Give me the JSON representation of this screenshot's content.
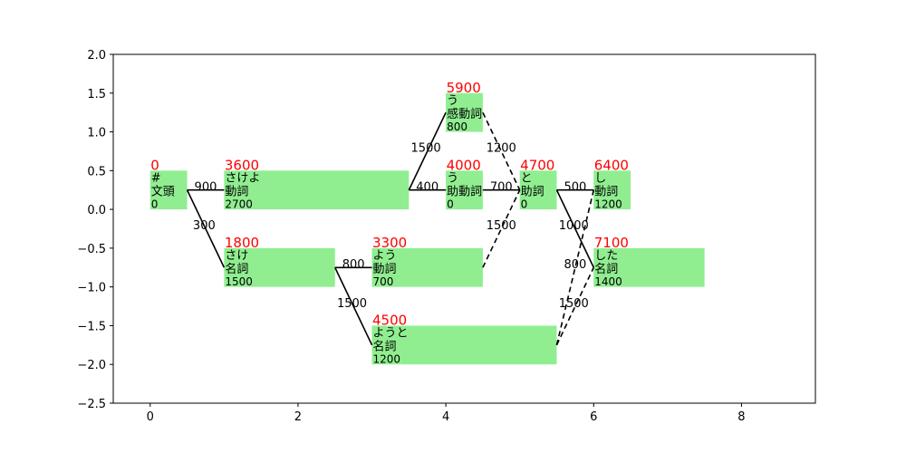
{
  "chart_data": {
    "type": "lattice",
    "xlim": [
      -0.5,
      9.0
    ],
    "ylim": [
      -2.5,
      2.0
    ],
    "x_ticks": [
      0,
      2,
      4,
      6,
      8
    ],
    "y_ticks": [
      2.0,
      1.5,
      1.0,
      0.5,
      0.0,
      -0.5,
      -1.0,
      -1.5,
      -2.0,
      -2.5
    ],
    "x_tick_labels": [
      "0",
      "2",
      "4",
      "6",
      "8"
    ],
    "y_tick_labels": [
      "2.0",
      "1.5",
      "1.0",
      "0.5",
      "0.0",
      "−0.5",
      "−1.0",
      "−1.5",
      "−2.0",
      "−2.5"
    ],
    "box_color": "#90ee90",
    "cost_color": "#ff0000",
    "nodes": [
      {
        "id": "bos",
        "x0": 0.0,
        "x1": 0.5,
        "y0": 0.0,
        "y1": 0.5,
        "cost": "0",
        "surface": "#",
        "pos": "文頭",
        "word_cost": "0"
      },
      {
        "id": "sakeyo",
        "x0": 1.0,
        "x1": 3.5,
        "y0": 0.0,
        "y1": 0.5,
        "cost": "3600",
        "surface": "さけよ",
        "pos": "動詞",
        "word_cost": "2700"
      },
      {
        "id": "sake",
        "x0": 1.0,
        "x1": 2.5,
        "y0": -1.0,
        "y1": -0.5,
        "cost": "1800",
        "surface": "さけ",
        "pos": "名詞",
        "word_cost": "1500"
      },
      {
        "id": "u_int",
        "x0": 4.0,
        "x1": 4.5,
        "y0": 1.0,
        "y1": 1.5,
        "cost": "5900",
        "surface": "う",
        "pos": "感動詞",
        "word_cost": "800"
      },
      {
        "id": "u_aux",
        "x0": 4.0,
        "x1": 4.5,
        "y0": 0.0,
        "y1": 0.5,
        "cost": "4000",
        "surface": "う",
        "pos": "助動詞",
        "word_cost": "0"
      },
      {
        "id": "you",
        "x0": 3.0,
        "x1": 4.5,
        "y0": -1.0,
        "y1": -0.5,
        "cost": "3300",
        "surface": "よう",
        "pos": "動詞",
        "word_cost": "700"
      },
      {
        "id": "youto",
        "x0": 3.0,
        "x1": 5.5,
        "y0": -2.0,
        "y1": -1.5,
        "cost": "4500",
        "surface": "ようと",
        "pos": "名詞",
        "word_cost": "1200"
      },
      {
        "id": "to",
        "x0": 5.0,
        "x1": 5.5,
        "y0": 0.0,
        "y1": 0.5,
        "cost": "4700",
        "surface": "と",
        "pos": "助詞",
        "word_cost": "0"
      },
      {
        "id": "shi",
        "x0": 6.0,
        "x1": 6.5,
        "y0": 0.0,
        "y1": 0.5,
        "cost": "6400",
        "surface": "し",
        "pos": "動詞",
        "word_cost": "1200"
      },
      {
        "id": "shita",
        "x0": 6.0,
        "x1": 7.5,
        "y0": -1.0,
        "y1": -0.5,
        "cost": "7100",
        "surface": "した",
        "pos": "名詞",
        "word_cost": "1400"
      }
    ],
    "edges": [
      {
        "x1": 0.5,
        "y1": 0.25,
        "x2": 1.0,
        "y2": 0.25,
        "label": "900",
        "lx": 0.75,
        "ly": 0.3,
        "dashed": false
      },
      {
        "x1": 0.5,
        "y1": 0.25,
        "x2": 1.0,
        "y2": -0.75,
        "label": "300",
        "lx": 0.73,
        "ly": -0.2,
        "dashed": false
      },
      {
        "x1": 2.5,
        "y1": -0.75,
        "x2": 3.0,
        "y2": -0.75,
        "label": "800",
        "lx": 2.75,
        "ly": -0.7,
        "dashed": false
      },
      {
        "x1": 2.5,
        "y1": -0.75,
        "x2": 3.0,
        "y2": -1.75,
        "label": "1500",
        "lx": 2.73,
        "ly": -1.2,
        "dashed": false
      },
      {
        "x1": 3.5,
        "y1": 0.25,
        "x2": 4.0,
        "y2": 0.25,
        "label": "400",
        "lx": 3.75,
        "ly": 0.3,
        "dashed": false
      },
      {
        "x1": 3.5,
        "y1": 0.25,
        "x2": 4.0,
        "y2": 1.25,
        "label": "1500",
        "lx": 3.73,
        "ly": 0.8,
        "dashed": false
      },
      {
        "x1": 4.5,
        "y1": 0.25,
        "x2": 5.0,
        "y2": 0.25,
        "label": "700",
        "lx": 4.75,
        "ly": 0.3,
        "dashed": false
      },
      {
        "x1": 4.5,
        "y1": 1.25,
        "x2": 5.0,
        "y2": 0.25,
        "label": "1200",
        "lx": 4.75,
        "ly": 0.8,
        "dashed": true
      },
      {
        "x1": 4.5,
        "y1": -0.75,
        "x2": 5.0,
        "y2": 0.25,
        "label": "1500",
        "lx": 4.75,
        "ly": -0.2,
        "dashed": true
      },
      {
        "x1": 5.5,
        "y1": 0.25,
        "x2": 6.0,
        "y2": 0.25,
        "label": "500",
        "lx": 5.75,
        "ly": 0.3,
        "dashed": false
      },
      {
        "x1": 5.5,
        "y1": 0.25,
        "x2": 6.0,
        "y2": -0.75,
        "label": "1000",
        "lx": 5.73,
        "ly": -0.2,
        "dashed": false
      },
      {
        "x1": 5.5,
        "y1": -1.75,
        "x2": 6.0,
        "y2": 0.25,
        "label": "800",
        "lx": 5.75,
        "ly": -0.7,
        "dashed": true
      },
      {
        "x1": 5.5,
        "y1": -1.75,
        "x2": 6.0,
        "y2": -0.75,
        "label": "1500",
        "lx": 5.73,
        "ly": -1.2,
        "dashed": true
      }
    ]
  }
}
